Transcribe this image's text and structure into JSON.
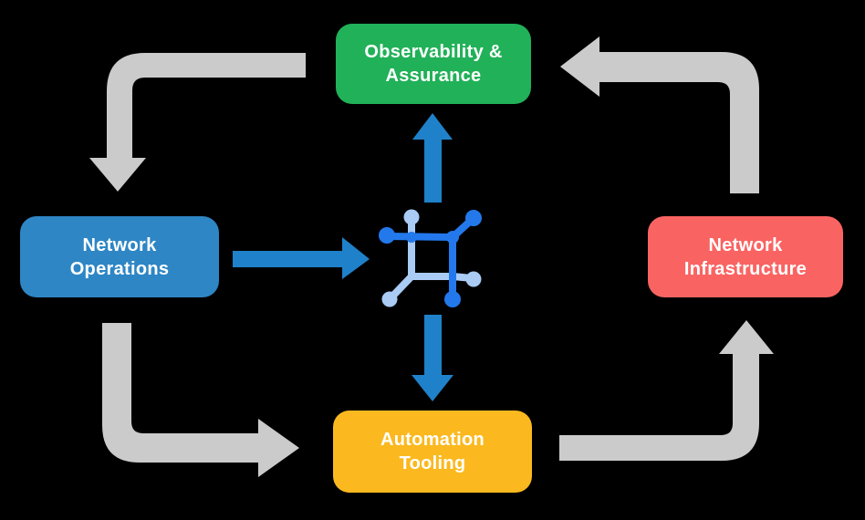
{
  "colors": {
    "background": "#000000",
    "green": "#21B158",
    "blue": "#2E86C5",
    "red": "#F96462",
    "yellow": "#FBB91F",
    "arrow_gray": "#CBCBCB",
    "arrow_blue": "#1F81C9",
    "icon_blue": "#2379EC",
    "icon_light_blue": "#A9CBF4",
    "node_text": "#FFFFFF"
  },
  "nodes": {
    "observability": {
      "lines": [
        "Observability &",
        "Assurance"
      ]
    },
    "operations": {
      "lines": [
        "Network",
        "Operations"
      ]
    },
    "infrastructure": {
      "lines": [
        "Network",
        "Infrastructure"
      ]
    },
    "automation": {
      "lines": [
        "Automation",
        "Tooling"
      ]
    }
  },
  "center_icon": "connected-network-square-icon"
}
